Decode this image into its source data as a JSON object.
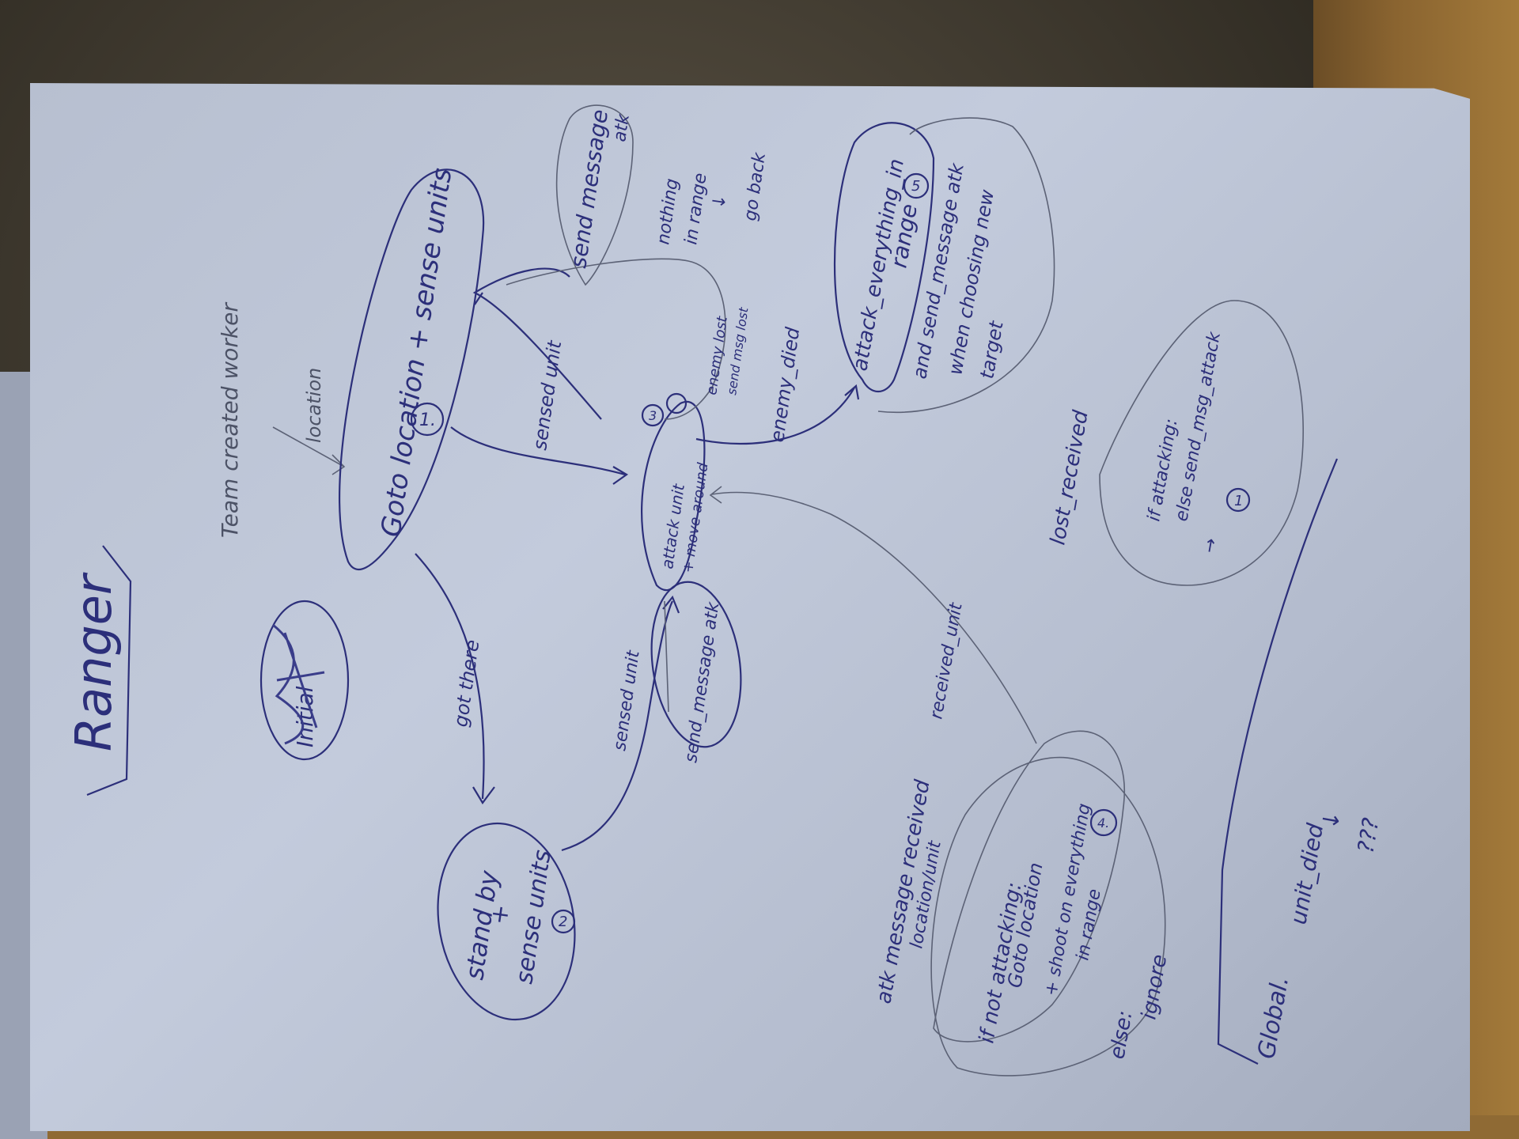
{
  "sheet": {
    "title": "Ranger",
    "crossed_word": "Initial"
  },
  "states": {
    "goto": {
      "line1": "Goto location + sense units",
      "number": "1."
    },
    "stand": {
      "line1": "stand by",
      "line2": "+",
      "line3": "sense units",
      "number": "2"
    },
    "attack_unit": {
      "line1": "attack unit",
      "line2": "+ move around",
      "number": "3"
    },
    "attack_everything": {
      "line1": "attack_everything_in",
      "line2": "range",
      "number": "5"
    },
    "goto_shoot": {
      "line1": "Goto location",
      "line2": "+ shoot on everything",
      "line3": "in range",
      "number": "4."
    },
    "lost_received": {
      "line1": "if attacking:",
      "line2": "else send_msg_attack",
      "line3": "→",
      "number": "1"
    }
  },
  "bubbles": {
    "send_message_top": {
      "line1": "send message",
      "line2": "atk"
    },
    "send_message_bottom": "send_message atk",
    "enemy_lost": {
      "line1": "enemy lost",
      "line2": "send msg lost"
    }
  },
  "transitions": {
    "team_created": "Team created worker",
    "location": "location",
    "got_there": "got there",
    "sensed_unit_top": "sensed unit",
    "sensed_unit_bottom": "sensed unit",
    "nothing_in_range": {
      "line1": "nothing",
      "line2": "in range",
      "line3": "↓",
      "line4": "go back"
    },
    "enemy_died": "enemy_died",
    "and_send": {
      "line1": "and send_message atk",
      "line2": "when choosing new",
      "line3": "target"
    },
    "lost_received": "lost_received",
    "received_unit": "received_unit"
  },
  "notes": {
    "atk_received": {
      "line1": "atk message received",
      "line2": "location/unit"
    },
    "if_not_attacking": "if not attacking:",
    "else": "else:",
    "ignore": "ignore",
    "global": "Global.",
    "unit_died": "unit_died",
    "arrow": "↓",
    "question": "???"
  },
  "colors": {
    "ink": "#2c2f7a",
    "pencil": "#5c6276",
    "paper": "#bcc4d5"
  }
}
